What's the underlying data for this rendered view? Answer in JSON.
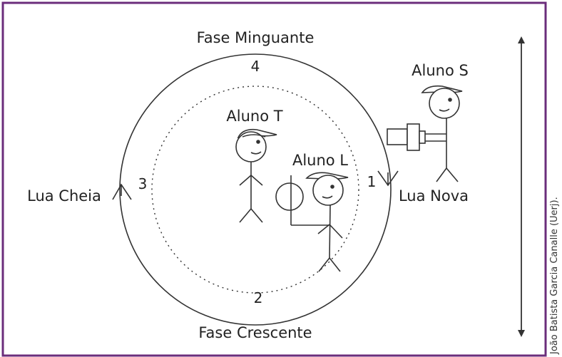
{
  "labels": {
    "fase_minguante": "Fase Minguante",
    "fase_crescente": "Fase Crescente",
    "lua_cheia": "Lua Cheia",
    "lua_nova": "Lua Nova",
    "aluno_s": "Aluno S",
    "aluno_t": "Aluno T",
    "aluno_l": "Aluno L"
  },
  "positions": {
    "p1": "1",
    "p2": "2",
    "p3": "3",
    "p4": "4"
  },
  "credit": "João Batista Garcia Canalle (Uerj).",
  "colors": {
    "frame": "#6b2d7b",
    "line": "#333333"
  }
}
